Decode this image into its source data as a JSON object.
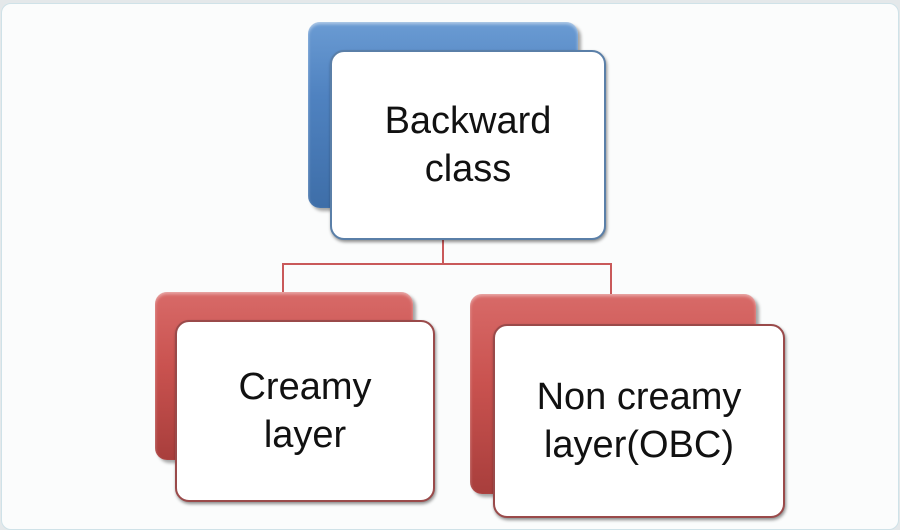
{
  "diagram": {
    "root": {
      "label": "Backward class",
      "lines": [
        "Backward",
        "class"
      ],
      "color": "#4f82c0"
    },
    "children": [
      {
        "label": "Creamy layer",
        "lines": [
          "Creamy",
          "layer"
        ],
        "color": "#c9524f"
      },
      {
        "label": "Non creamy layer(OBC)",
        "lines": [
          "Non creamy",
          "layer(OBC)"
        ],
        "color": "#c9524f"
      }
    ],
    "connector_color": "#c9595a"
  }
}
